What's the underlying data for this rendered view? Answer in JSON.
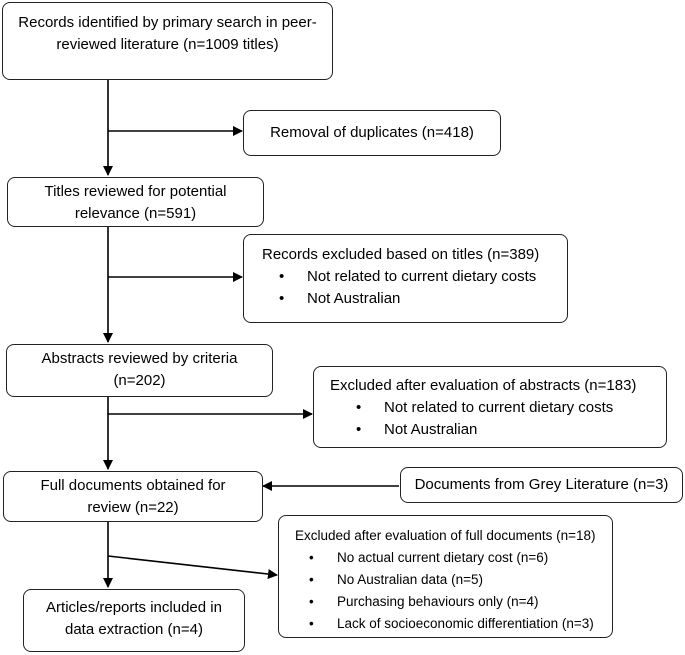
{
  "boxes": {
    "primary_search": {
      "text": "Records identified by primary search in peer-reviewed literature (n=1009 titles)"
    },
    "duplicates": {
      "text": "Removal of duplicates (n=418)"
    },
    "titles_reviewed": {
      "text": "Titles reviewed for potential relevance (n=591)"
    },
    "titles_excluded": {
      "title": "Records excluded based on titles (n=389)",
      "items": [
        "Not related to current dietary costs",
        "Not Australian"
      ]
    },
    "abstracts_reviewed": {
      "text": "Abstracts reviewed by criteria (n=202)"
    },
    "abstracts_excluded": {
      "title": "Excluded after evaluation of abstracts (n=183)",
      "items": [
        "Not related to current dietary costs",
        "Not Australian"
      ]
    },
    "full_documents": {
      "text": "Full documents obtained for review (n=22)"
    },
    "grey_literature": {
      "text": "Documents from Grey Literature (n=3)"
    },
    "full_excluded": {
      "title": "Excluded after evaluation of full documents (n=18)",
      "items": [
        "No actual current dietary cost (n=6)",
        "No Australian data (n=5)",
        "Purchasing behaviours only (n=4)",
        "Lack of socioeconomic differentiation (n=3)"
      ]
    },
    "included": {
      "text": "Articles/reports included in data extraction (n=4)"
    }
  }
}
